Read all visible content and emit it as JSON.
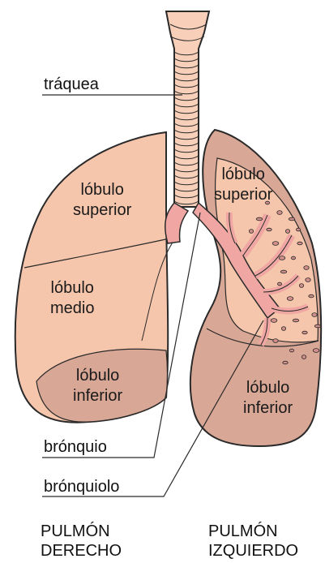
{
  "labels": {
    "trachea": "tráquea",
    "bronchus": "brónquio",
    "bronchiole": "brónquiolo"
  },
  "right_lung": {
    "superior": [
      "lóbulo",
      "superior"
    ],
    "middle": [
      "lóbulo",
      "medio"
    ],
    "inferior": [
      "lóbulo",
      "inferior"
    ],
    "caption": [
      "PULMÓN",
      "DERECHO"
    ]
  },
  "left_lung": {
    "superior": [
      "lóbulo",
      "superior"
    ],
    "inferior": [
      "lóbulo",
      "inferior"
    ],
    "caption": [
      "PULMÓN",
      "IZQUIERDO"
    ]
  },
  "colors": {
    "lung_light": "#f6c6ac",
    "lung_dark": "#d9a796",
    "airway": "#f0a7a3",
    "trachea": "#f8cfb8",
    "outline": "#2a2a2a"
  }
}
